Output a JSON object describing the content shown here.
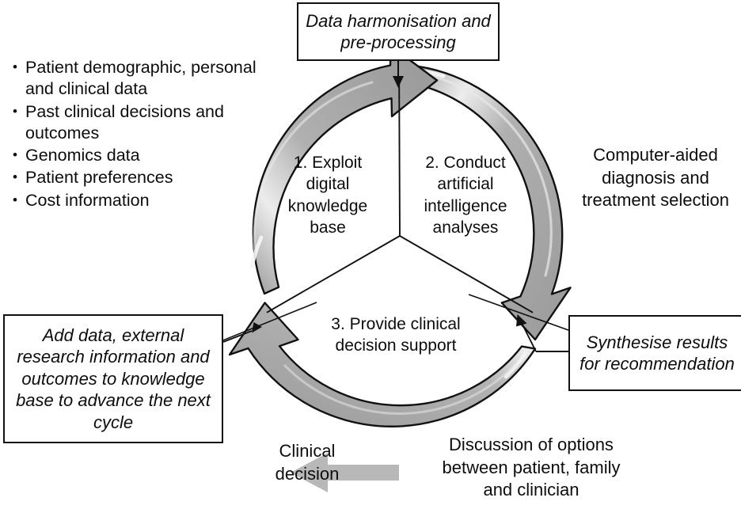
{
  "diagram": {
    "title_absent": true,
    "accent_gray": "#a8a8a8",
    "arrow_gray": "#b8b8b8",
    "stroke_color": "#111111"
  },
  "bullets": {
    "items": [
      "Patient demographic, personal and clinical data",
      "Past clinical decisions and outcomes",
      "Genomics data",
      "Patient preferences",
      "Cost information"
    ],
    "marker": "•"
  },
  "boxes": {
    "top": "Data harmonisation and pre-processing",
    "left": "Add data, external research information and outcomes to knowledge base to advance the next cycle",
    "right": "Synthesise results for recommendation"
  },
  "labels": {
    "computer_aided": "Computer-aided diagnosis and treatment selection",
    "clinical_decision": "Clinical decision",
    "discussion": "Discussion of options between patient, family and clinician"
  },
  "cycle": {
    "segments": [
      {
        "number": "1.",
        "text": "1. Exploit digital knowledge base"
      },
      {
        "number": "2.",
        "text": "2. Conduct artificial intelligence analyses"
      },
      {
        "number": "3.",
        "text": "3. Provide clinical decision support"
      }
    ]
  }
}
